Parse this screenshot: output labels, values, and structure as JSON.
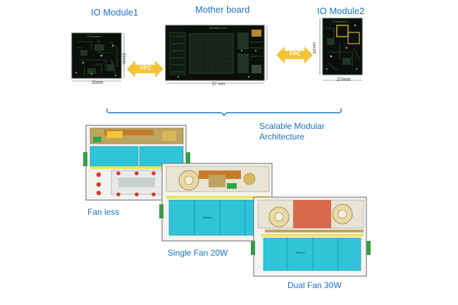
{
  "top_labels": {
    "io_module_1": "IO Module1",
    "mother_board": "Mother board",
    "io_module_2": "IO Module2"
  },
  "connectors": {
    "left": "FPC",
    "right": "FPC"
  },
  "board_text": {
    "io1_title": "IO Module 1",
    "mb_title": "Modular Core",
    "io2_title": "IO Module 2"
  },
  "dimensions": {
    "io1_width": "35mm",
    "io1_height": "31mm",
    "mb_width": "57 mm",
    "io2_width": "27mm",
    "io2_height": "32mm"
  },
  "brace_label": "Scalable Modular\nArchitecture",
  "configs": [
    {
      "label": "Fan less"
    },
    {
      "label": "Single Fan 20W"
    },
    {
      "label": "Dual Fan 30W"
    }
  ],
  "battery_text": "Battery",
  "colors": {
    "label_blue": "#1a73c7",
    "fpc_arrow": "#f2c43a",
    "pcb_dark": "#0c0f0c",
    "pcb_trace_green": "#3ea64a",
    "heatpipe": "#c77b2a",
    "battery_cyan": "#2fc4d8",
    "pad_orange": "#f2a23a",
    "fan_bg": "#e9d8a6",
    "red_copper": "#d9694d"
  }
}
